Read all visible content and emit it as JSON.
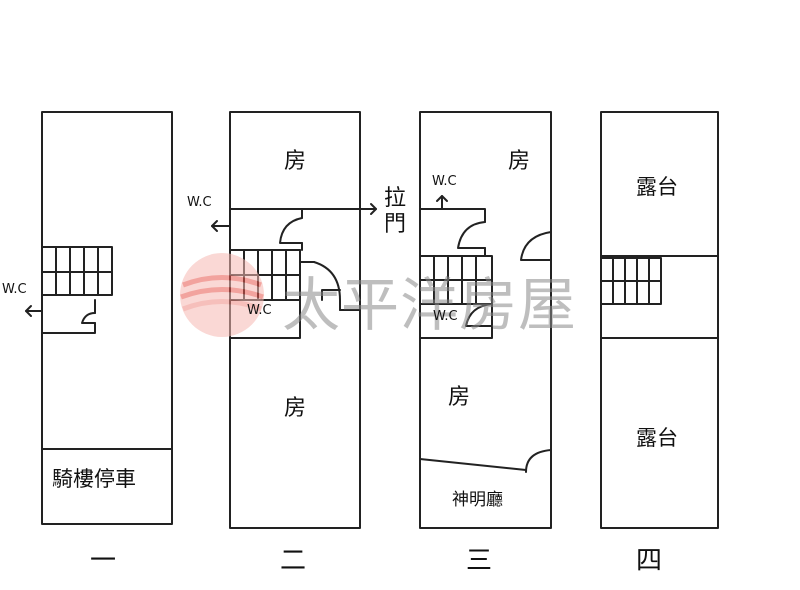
{
  "watermark": {
    "text": "太平洋房屋",
    "logo_colors": [
      "#e8584f",
      "#f08c84",
      "#f6b9b3"
    ]
  },
  "colors": {
    "line": "#222222",
    "text": "#111111"
  },
  "floors": [
    {
      "label": "一",
      "rooms": [
        "騎樓停車"
      ],
      "wc_labels": [
        "W.C"
      ]
    },
    {
      "label": "二",
      "rooms": [
        "房",
        "房"
      ],
      "wc_labels": [
        "W.C",
        "W.C"
      ],
      "door_label": "拉門"
    },
    {
      "label": "三",
      "rooms": [
        "房",
        "房",
        "神明廳"
      ],
      "wc_labels": [
        "W.C",
        "W.C"
      ]
    },
    {
      "label": "四",
      "rooms": [
        "露台",
        "露台"
      ],
      "wc_labels": []
    }
  ]
}
